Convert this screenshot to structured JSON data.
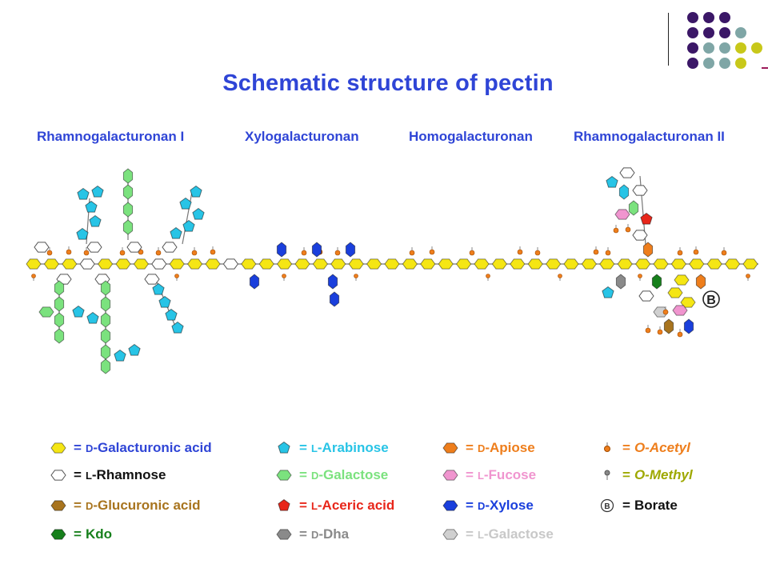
{
  "title": "Schematic structure of pectin",
  "sections": [
    "Rhamnogalacturonan I",
    "Xylogalacturonan",
    "Homogalacturonan",
    "Rhamnogalacturonan II"
  ],
  "borate_mark": "B",
  "colors": {
    "galacturonic": "#f5e614",
    "rhamnose": "#ffffff",
    "glucuronic": "#a8741e",
    "kdo": "#17801c",
    "arabinose": "#28c4e6",
    "galactose": "#7be27e",
    "aceric": "#e8261a",
    "dha": "#8a8a8a",
    "apiose": "#ee7e1c",
    "fucose": "#f095cf",
    "xylose": "#1a3fdc",
    "lgalactose": "#d0d0d0",
    "acetyl": "#ee7e1c",
    "methyl": "#9ea800",
    "title_blue": "#2f45d6"
  },
  "legend": [
    {
      "prefix": "D",
      "name": "-Galacturonic acid",
      "color": "#2f45d6",
      "icon": "galacturonic"
    },
    {
      "prefix": "L",
      "name": "-Rhamnose",
      "color": "#111111",
      "icon": "rhamnose"
    },
    {
      "prefix": "D",
      "name": "-Glucuronic acid",
      "color": "#a8741e",
      "icon": "glucuronic"
    },
    {
      "prefix": "",
      "name": "Kdo",
      "color": "#17801c",
      "icon": "kdo"
    },
    {
      "prefix": "L",
      "name": "-Arabinose",
      "color": "#28c4e6",
      "icon": "arabinose"
    },
    {
      "prefix": "D",
      "name": "-Galactose",
      "color": "#7be27e",
      "icon": "galactose"
    },
    {
      "prefix": "L",
      "name": "-Aceric acid",
      "color": "#e8261a",
      "icon": "aceric"
    },
    {
      "prefix": "D",
      "name": "-Dha",
      "color": "#8a8a8a",
      "icon": "dha"
    },
    {
      "prefix": "D",
      "name": "-Apiose",
      "color": "#ee7e1c",
      "icon": "apiose"
    },
    {
      "prefix": "L",
      "name": "-Fucose",
      "color": "#f095cf",
      "icon": "fucose"
    },
    {
      "prefix": "D",
      "name": "-Xylose",
      "color": "#1a3fdc",
      "icon": "xylose"
    },
    {
      "prefix": "L",
      "name": "-Galactose",
      "color": "#c8c8c8",
      "icon": "lgalactose"
    },
    {
      "prefix": "O",
      "name": "-Acetyl",
      "color": "#ee7e1c",
      "icon": "acetyl",
      "italic": true
    },
    {
      "prefix": "O",
      "name": "-Methyl",
      "color": "#9ea800",
      "icon": "methyl",
      "italic": true
    },
    {
      "prefix": "",
      "name": "Borate",
      "color": "#111111",
      "icon": "borate"
    }
  ]
}
